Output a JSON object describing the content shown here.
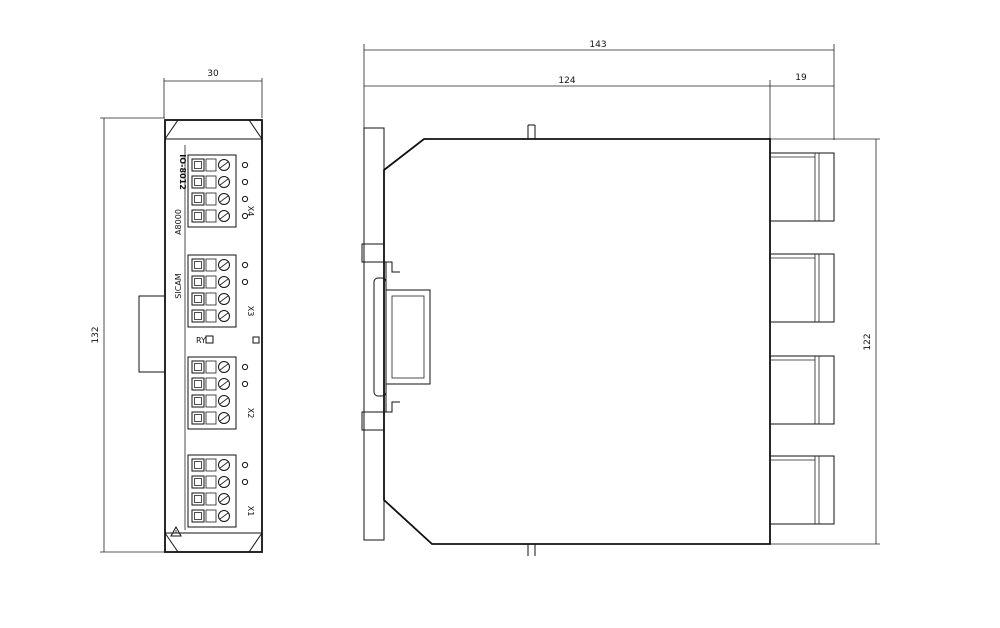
{
  "diagram": {
    "front_view": {
      "width_dim": "30",
      "height_dim": "132",
      "brand_label": "SICAM",
      "model_label": "A8000",
      "module_label": "IO-8012",
      "ry_label": "RY",
      "connectors": [
        "X4",
        "X3",
        "X2",
        "X1"
      ]
    },
    "side_view": {
      "overall_width_dim": "143",
      "body_width_dim": "124",
      "plug_depth_dim": "19",
      "body_height_dim": "122"
    },
    "colors": {
      "line": "#111111",
      "background": "#ffffff"
    }
  }
}
